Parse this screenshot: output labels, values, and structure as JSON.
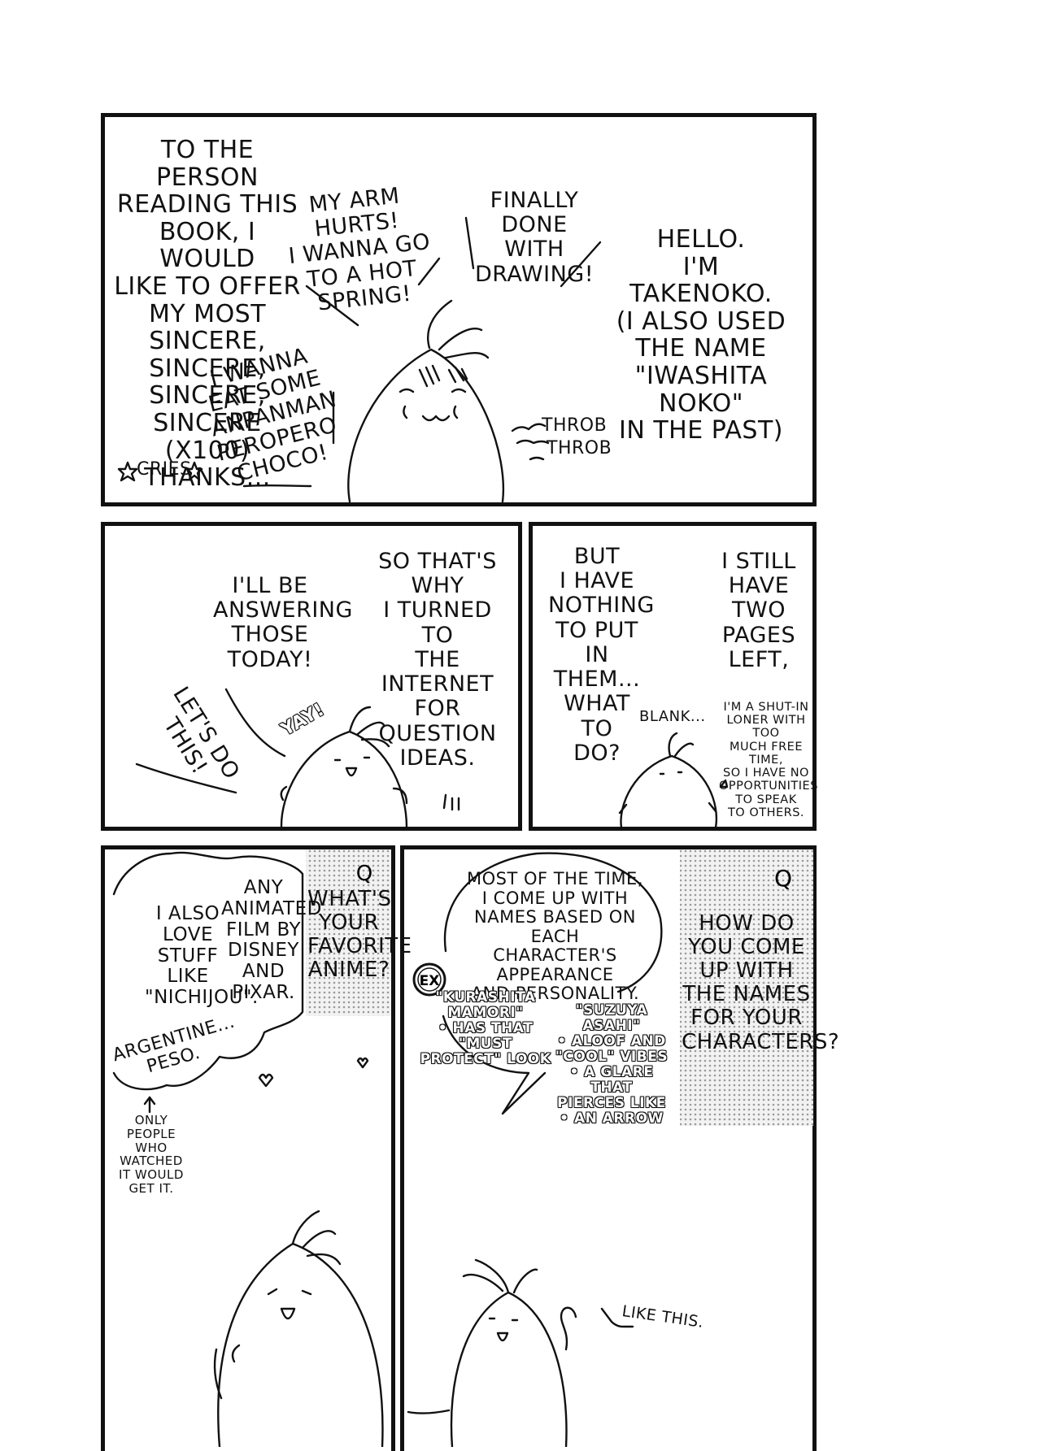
{
  "panel1": {
    "thanks": "TO THE PERSON\nREADING THIS\nBOOK, I WOULD\nLIKE TO OFFER\nMY MOST SINCERE,\nSINCERE, SINCERE,\nSINCERE (X100)\nTHANKS...",
    "arm": "MY ARM HURTS!\nI WANNA GO\nTO A HOT\nSPRING!",
    "finally": "FINALLY\nDONE WITH\nDRAWING!",
    "hello": "HELLO.\nI'M TAKENOKO.\n(I ALSO USED\nTHE NAME\n\"IWASHITA NOKO\"\nIN THE PAST)",
    "anpanman": "I WANNA\nEAT SOME\nANPANMAN\nPEROPERO\nCHOCO!",
    "cries": "CRIES",
    "throb1": "THROB",
    "throb2": "THROB"
  },
  "panel2": {
    "answering": "I'LL BE\nANSWERING\nTHOSE\nTODAY!",
    "internet": "SO THAT'S WHY\nI TURNED TO\nTHE INTERNET\nFOR QUESTION\nIDEAS.",
    "lets": "LET'S DO THIS!",
    "yay": "YAY!"
  },
  "panel3": {
    "nothing": "BUT\nI HAVE\nNOTHING\nTO PUT\nIN THEM...\nWHAT TO\nDO?",
    "pages": "I STILL\nHAVE\nTWO\nPAGES\nLEFT,",
    "blank": "BLANK...",
    "shutin": "I'M A SHUT-IN\nLONER WITH TOO\nMUCH FREE TIME,\nSO I HAVE NO\nOPPORTUNITIES\nTO SPEAK\nTO OTHERS."
  },
  "panel4": {
    "q_mark": "Q",
    "question": "WHAT'S\nYOUR\nFAVORITE\nANIME?",
    "animated": "ANY\nANIMATED\nFILM BY\nDISNEY\nAND\nPIXAR.",
    "nichijou": "I ALSO\nLOVE\nSTUFF\nLIKE\n\"NICHIJOU\".",
    "peso": "ARGENTINE...\nPESO.",
    "only": "ONLY\nPEOPLE WHO\nWATCHED\nIT WOULD\nGET IT."
  },
  "panel5": {
    "q_mark": "Q",
    "question": "HOW DO\nYOU COME\nUP WITH\nTHE NAMES\nFOR YOUR\nCHARACTERS?",
    "names": "MOST OF THE TIME,\nI COME UP WITH\nNAMES BASED ON EACH\nCHARACTER'S APPEARANCE\nAND PERSONALITY.",
    "ex": "EX",
    "kurashita": "\"KURASHITA\nMAMORI\"\n• HAS THAT \"MUST\nPROTECT\" LOOK",
    "suzuya": "\"SUZUYA ASAHI\"\n• ALOOF AND\n\"COOL\" VIBES\n• A GLARE THAT\nPIERCES LIKE\n• AN ARROW",
    "likethis": "LIKE THIS."
  }
}
